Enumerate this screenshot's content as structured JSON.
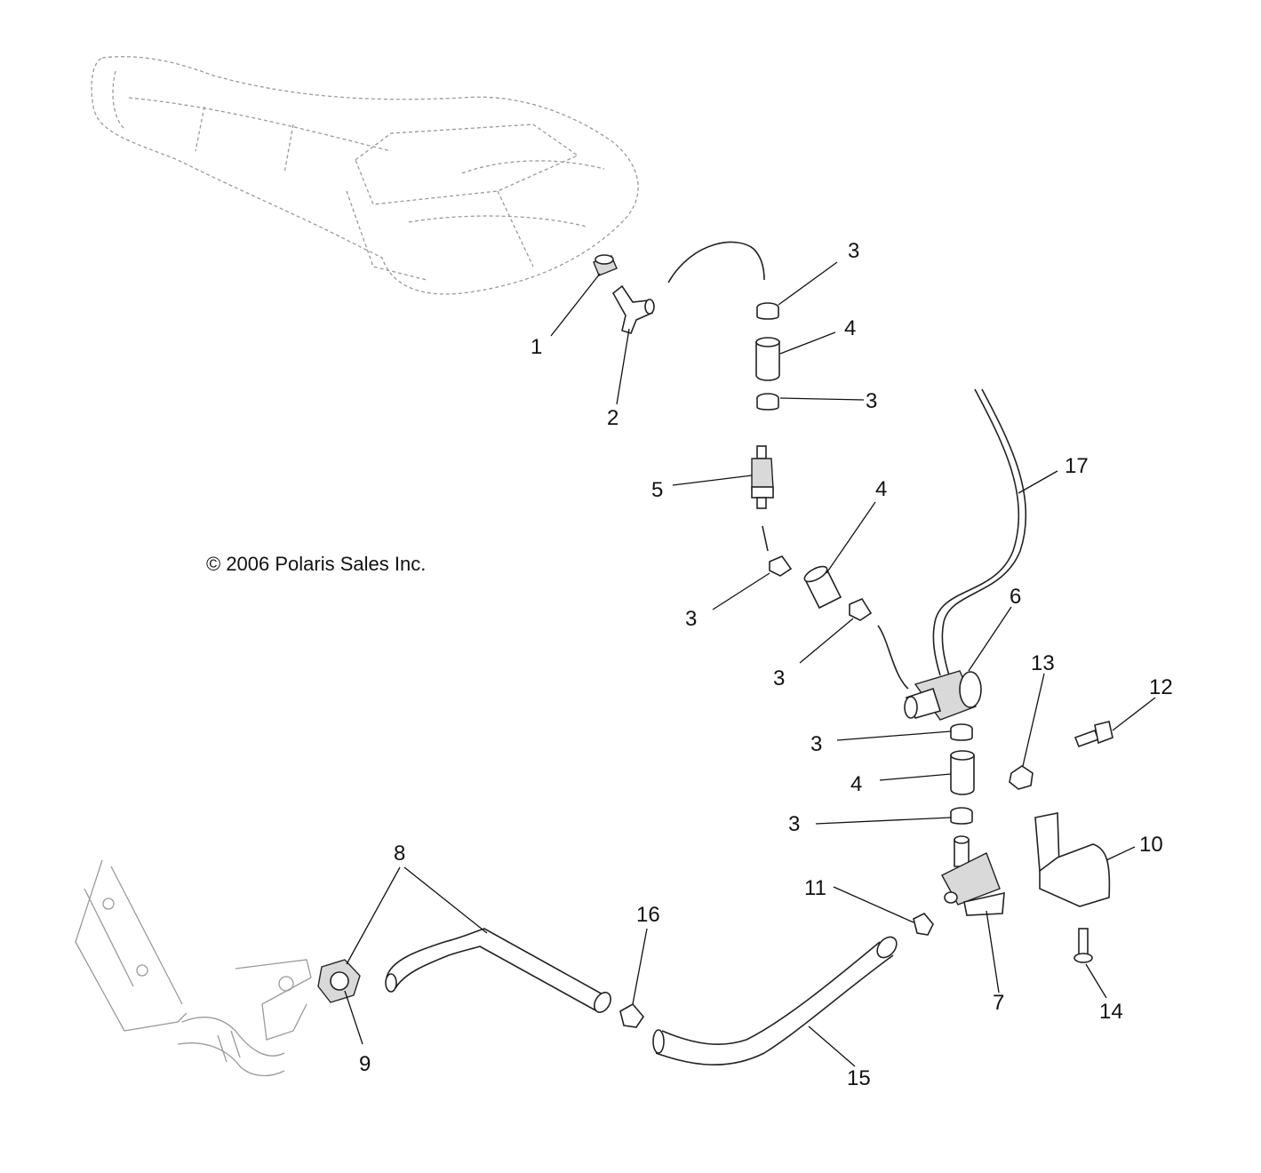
{
  "copyright": "© 2006 Polaris Sales Inc.",
  "callouts": {
    "c1": "1",
    "c2": "2",
    "c3a": "3",
    "c3b": "3",
    "c3c": "3",
    "c3d": "3",
    "c3e": "3",
    "c3f": "3",
    "c4a": "4",
    "c4b": "4",
    "c4c": "4",
    "c5": "5",
    "c6": "6",
    "c7": "7",
    "c8": "8",
    "c9": "9",
    "c10": "10",
    "c11": "11",
    "c12": "12",
    "c13": "13",
    "c14": "14",
    "c15": "15",
    "c16": "16",
    "c17": "17"
  }
}
